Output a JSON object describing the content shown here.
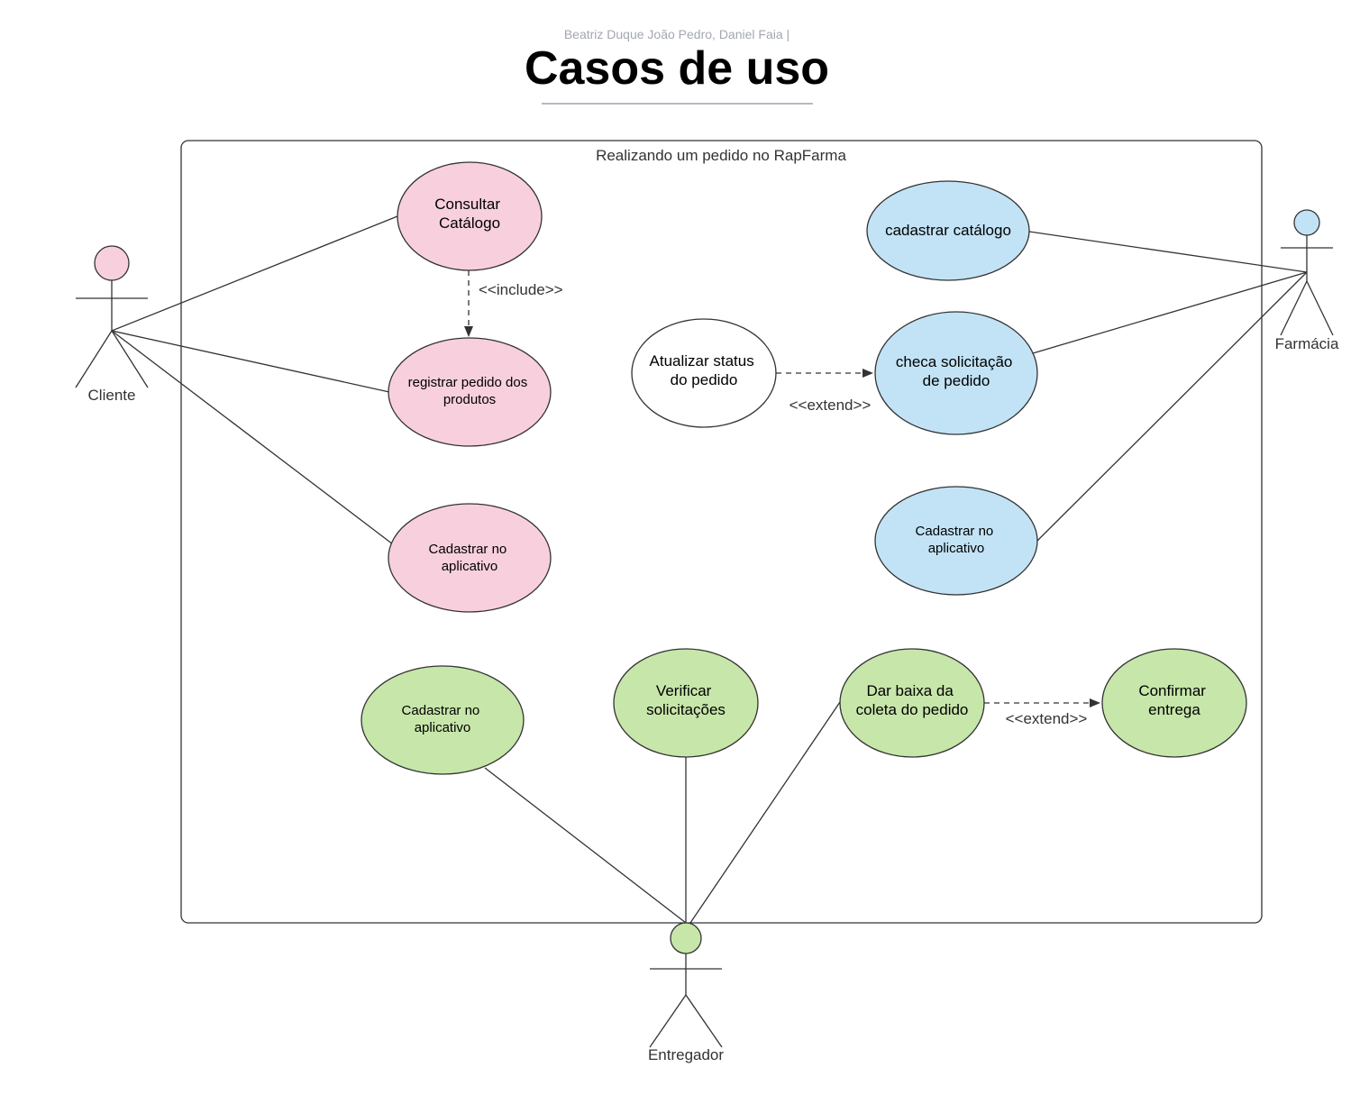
{
  "header": {
    "subtitle": "Beatriz Duque João Pedro, Daniel Faia |",
    "title": "Casos de uso"
  },
  "system": {
    "label": "Realizando um pedido no RapFarma"
  },
  "actors": {
    "cliente": {
      "label": "Cliente",
      "color": "#f8d0dd"
    },
    "farmacia": {
      "label": "Farmácia",
      "color": "#c2e3f5"
    },
    "entregador": {
      "label": "Entregador",
      "color": "#c7e6aa"
    }
  },
  "use_cases": {
    "consultar_catalogo": {
      "lines": [
        "Consultar",
        "Catálogo"
      ],
      "color": "#f8d0dd"
    },
    "registrar_pedido": {
      "lines": [
        "registrar pedido dos",
        "produtos"
      ],
      "color": "#f8d0dd"
    },
    "cadastrar_cliente": {
      "lines": [
        "Cadastrar no",
        "aplicativo"
      ],
      "color": "#f8d0dd"
    },
    "cadastrar_catalogo": {
      "lines": [
        "cadastrar catálogo"
      ],
      "color": "#c2e3f5"
    },
    "checa_solicitacao": {
      "lines": [
        "checa solicitação",
        "de pedido"
      ],
      "color": "#c2e3f5"
    },
    "cadastrar_farmacia": {
      "lines": [
        "Cadastrar no",
        "aplicativo"
      ],
      "color": "#c2e3f5"
    },
    "atualizar_status": {
      "lines": [
        "Atualizar status",
        "do pedido"
      ],
      "color": "#ffffff"
    },
    "cadastrar_entregador": {
      "lines": [
        "Cadastrar no",
        "aplicativo"
      ],
      "color": "#c7e6aa"
    },
    "verificar_solicitacoes": {
      "lines": [
        "Verificar",
        "solicitações"
      ],
      "color": "#c7e6aa"
    },
    "dar_baixa": {
      "lines": [
        "Dar baixa da",
        "coleta do pedido"
      ],
      "color": "#c7e6aa"
    },
    "confirmar_entrega": {
      "lines": [
        "Confirmar",
        "entrega"
      ],
      "color": "#c7e6aa"
    }
  },
  "relations": {
    "include_label": "<<include>>",
    "extend_label_1": "<<extend>>",
    "extend_label_2": "<<extend>>"
  }
}
